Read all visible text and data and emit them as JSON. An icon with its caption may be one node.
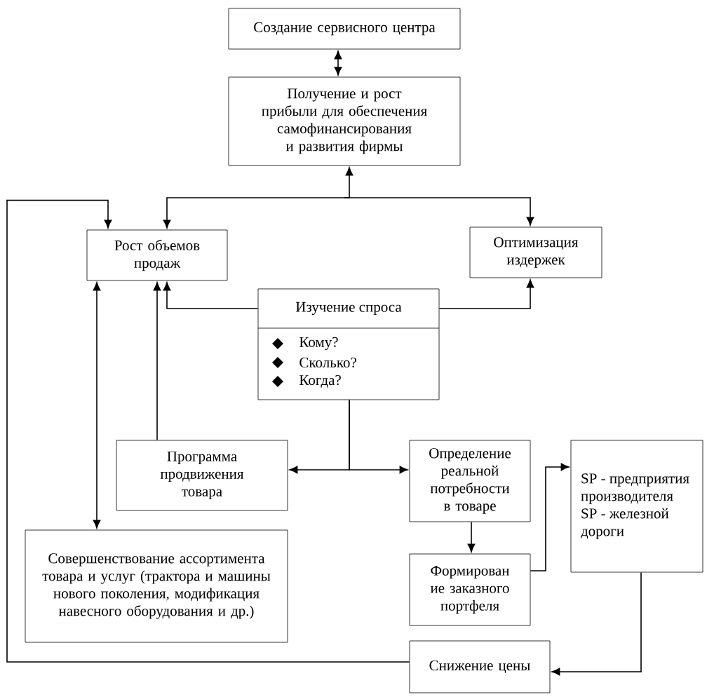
{
  "diagram": {
    "nodes": [
      {
        "text": [
          "Создание сервисного центра"
        ]
      },
      {
        "text": [
          "Получение и рост прибыли для обеспечения самофинансирования и развития фирмы"
        ]
      },
      {
        "text": [
          "Рост объемов продаж"
        ]
      },
      {
        "text": [
          "Оптимизация издержек"
        ]
      },
      {
        "text": [
          "Изучение спроса",
          "Кому?",
          "Сколько?",
          "Когда?"
        ]
      },
      {
        "text": [
          "Программа продвижения товара"
        ]
      },
      {
        "text": [
          "Определение реальной потребности в товаре"
        ]
      },
      {
        "text": [
          "SP - предприятия производителя SP - железной дороги"
        ]
      },
      {
        "text": [
          "Совершенствование ассортимента товара и услуг (трактора и машины нового поколения, модификация навесного оборудования и др.)"
        ]
      },
      {
        "text": [
          "Формирован ие заказного портфеля"
        ]
      },
      {
        "text": [
          "Снижение цены"
        ]
      }
    ],
    "edges": [
      {
        "from": 0,
        "to": 1,
        "arrow": "both"
      },
      {
        "from": 1,
        "to": 2,
        "arrow": "both"
      },
      {
        "from": 1,
        "to": 3,
        "arrow": "to"
      },
      {
        "from": 4,
        "to": 2,
        "arrow": "to"
      },
      {
        "from": 4,
        "to": 3,
        "arrow": "to"
      },
      {
        "from": 4,
        "to": 5,
        "arrow": "to"
      },
      {
        "from": 4,
        "to": 6,
        "arrow": "to"
      },
      {
        "from": 5,
        "to": 2,
        "arrow": "to"
      },
      {
        "from": 2,
        "to": 8,
        "arrow": "both"
      },
      {
        "from": 6,
        "to": 9,
        "arrow": "to"
      },
      {
        "from": 9,
        "to": 7,
        "arrow": "to"
      },
      {
        "from": 7,
        "to": 10,
        "arrow": "to"
      },
      {
        "from": 10,
        "to": 2,
        "arrow": "to"
      }
    ]
  }
}
